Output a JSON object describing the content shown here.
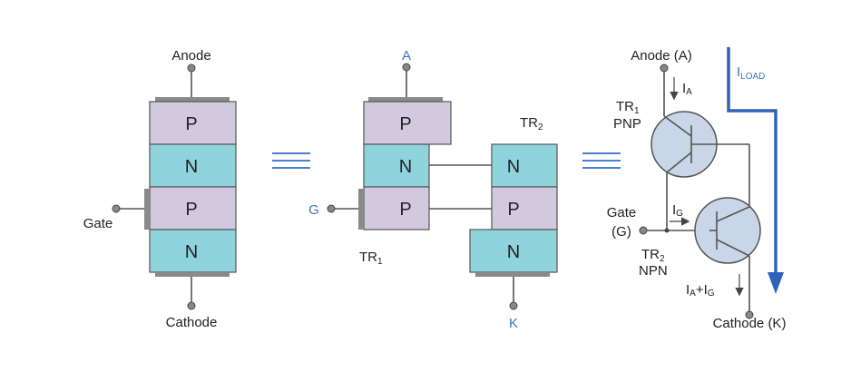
{
  "left": {
    "anode": "Anode",
    "cathode": "Cathode",
    "gate": "Gate",
    "layers": [
      "P",
      "N",
      "P",
      "N"
    ]
  },
  "middle": {
    "anode": "A",
    "cathode": "K",
    "gate": "G",
    "tr1": "TR",
    "tr1_sub": "1",
    "tr2": "TR",
    "tr2_sub": "2",
    "tr1_layers": [
      "P",
      "N",
      "P"
    ],
    "tr2_layers": [
      "N",
      "P",
      "N"
    ]
  },
  "right": {
    "anode": "Anode (A)",
    "cathode": "Cathode (K)",
    "gate_line1": "Gate",
    "gate_line2": "(G)",
    "tr1": "TR",
    "tr1_sub": "1",
    "tr1_type": "PNP",
    "tr2": "TR",
    "tr2_sub": "2",
    "tr2_type": "NPN",
    "ia": "I",
    "ia_sub": "A",
    "ig": "I",
    "ig_sub": "G",
    "iaig_1": "I",
    "iaig_1_sub": "A",
    "iaig_plus": "+",
    "iaig_2": "I",
    "iaig_2_sub": "G",
    "iload": "I",
    "iload_sub": "LOAD"
  },
  "colors": {
    "p_layer": "#d2c9df",
    "n_layer": "#8fd4dc",
    "accent_blue": "#3a74c6",
    "transistor": "#c9d6e8"
  }
}
